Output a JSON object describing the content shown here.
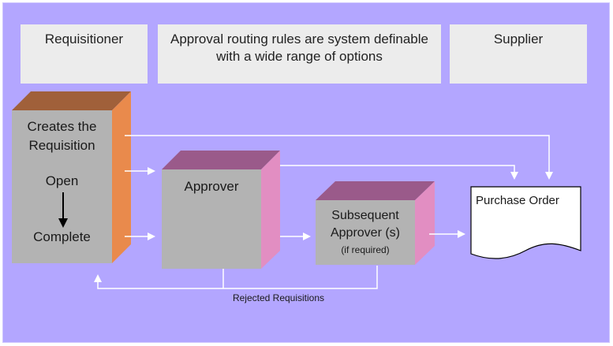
{
  "headers": {
    "requisitioner": "Requisitioner",
    "rules": "Approval routing rules are system definable with a wide range of options",
    "supplier": "Supplier"
  },
  "requisition_block": {
    "title": "Creates the Requisition",
    "state_open": "Open",
    "state_complete": "Complete"
  },
  "approver_block": {
    "title": "Approver"
  },
  "subsequent_block": {
    "title": "Subsequent Approver (s)",
    "note": "(if required)"
  },
  "purchase_order": {
    "label": "Purchase Order"
  },
  "rejected_label": "Rejected Requisitions",
  "colors": {
    "background": "#b3a6ff",
    "box_front": "#b3b3b3",
    "req_top": "#a0603a",
    "req_side": "#e98a4c",
    "approver_top": "#9a5a8a",
    "approver_side": "#e28ec2",
    "arrow": "#ffffff"
  }
}
